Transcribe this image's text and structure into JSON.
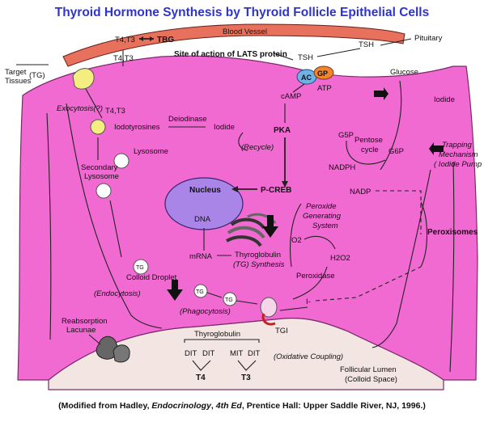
{
  "title": "Thyroid Hormone Synthesis by Thyroid Follicle Epithelial Cells",
  "labels": {
    "t4t3_top": "T4,T3",
    "tbg": "TBG",
    "blood_vessel": "Blood Vessel",
    "tsh_top": "TSH",
    "pituitary": "Pituitary",
    "t4t3_second": "T4,T3",
    "site_lats": "Site of action of LATS protein",
    "tsh_receptor": "TSH",
    "target_tissues_1": "Target",
    "target_tissues_2": "Tissues",
    "tg_top": "(TG)",
    "ac": "AC",
    "gp": "GP",
    "atp": "ATP",
    "glucose": "Glucose",
    "iodide_right": "Iodide",
    "camp": "cAMP",
    "exocytosis": "Exocytosis(?)",
    "t4t3_mid": "T4,T3",
    "iodotyrosines": "Iodotyrosines",
    "deiodinase": "Deiodinase",
    "iodide_mid": "Iodide",
    "pka": "PKA",
    "g5p": "G5P",
    "pentose_1": "Pentose",
    "pentose_2": "cycle",
    "g6p": "G6P",
    "trapping_1": "Trapping",
    "trapping_2": "Mechanism",
    "trapping_3": "( Iodide Pump",
    "recycle": "(Recycle)",
    "lysosome": "Lysosome",
    "secondary_1": "Secondary",
    "secondary_2": "Lysosome",
    "nadph": "NADPH",
    "nucleus": "Nucleus",
    "pcreb": "P-CREB",
    "nadp": "NADP",
    "peroxide_1": "Peroxide",
    "peroxide_2": "Generating",
    "peroxide_3": "System",
    "dna": "DNA",
    "peroxisomes": "Peroxisomes",
    "o2": "O2",
    "mrna": "mRNA",
    "thyroglobulin_syn_1": "Thyroglobulin",
    "thyroglobulin_syn_2": "(TG) Synthesis",
    "h2o2": "H2O2",
    "tg_droplet": "TG",
    "colloid_droplet": "Colloid Droplet",
    "peroxidase": "Peroxidase",
    "endocytosis": "(Endocytosis)",
    "tg_1": "TG",
    "tg_2": "TG",
    "iodide_minus": "I-",
    "phagocytosis": "(Phagocytosis)",
    "tgi": "TGI",
    "reabsorption_1": "Reabsorption",
    "reabsorption_2": "Lacunae",
    "thyroglobulin": "Thyroglobulin",
    "dit_1": "DIT",
    "dit_2": "DIT",
    "mit": "MIT",
    "dit_3": "DIT",
    "oxidative": "(Oxidative Coupling)",
    "t4": "T4",
    "t3": "T3",
    "lumen_1": "Follicular Lumen",
    "lumen_2": "(Colloid Space)"
  },
  "citation": {
    "prefix": "(Modified from Hadley, ",
    "book": "Endocrinology",
    "mid": ", ",
    "edition": "4th Ed",
    "suffix": ", Prentice Hall: Upper Saddle River, NJ, 1996.)"
  },
  "colors": {
    "cell": "#f06ad2",
    "cell_dark": "#d14fb6",
    "lumen": "#f3e6e2",
    "blood_vessel": "#e8715d",
    "nucleus": "#a985e8",
    "ac": "#6fb3e6",
    "gp": "#f08530",
    "tg_yellow": "#f4ee80",
    "title": "#2e35c8"
  }
}
